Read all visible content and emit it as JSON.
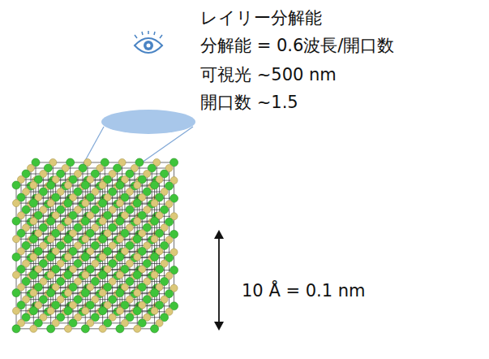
{
  "diagram": {
    "labels": [
      "レイリー分解能",
      "分解能 = 0.6波長/開口数",
      "可視光 ~500 nm",
      "開口数 ~1.5",
      "10 Å = 0.1 nm"
    ]
  }
}
